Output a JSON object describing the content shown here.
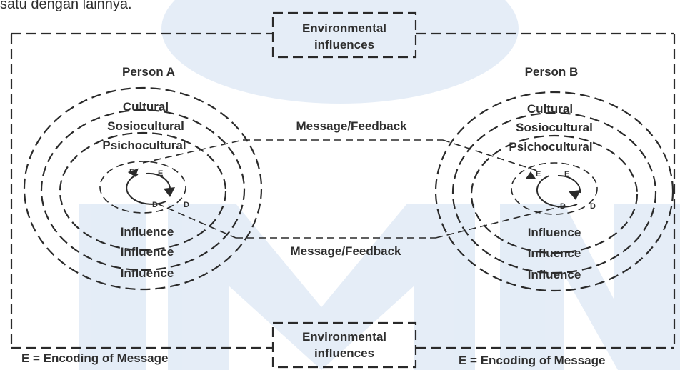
{
  "top_fragment": "satu dengan lainnya.",
  "environment_top": {
    "line1": "Environmental",
    "line2": "influences"
  },
  "environment_bottom": {
    "line1": "Environmental",
    "line2": "influences"
  },
  "person_a": {
    "title": "Person A",
    "labels": [
      "Cultural",
      "Sosiocultural",
      "Psichocultural"
    ],
    "inner_labels": {
      "e1": "E",
      "e2": "E",
      "d1": "D",
      "d2": "D"
    },
    "influences": [
      "Influence",
      "Influence",
      "Influence"
    ]
  },
  "person_b": {
    "title": "Person B",
    "labels": [
      "Cultural",
      "Sosiocultural",
      "Psichocultural"
    ],
    "inner_labels": {
      "e1": "E",
      "e2": "E",
      "d1": "D",
      "d2": "D"
    },
    "influences": [
      "Influence",
      "Influence",
      "Influence"
    ]
  },
  "message_top": "Message/Feedback",
  "message_bottom": "Message/Feedback",
  "legend_left": "E = Encoding of Message",
  "legend_right": "E = Encoding of Message",
  "watermark": {
    "text": "UMN",
    "color": "#2b6fc0"
  }
}
